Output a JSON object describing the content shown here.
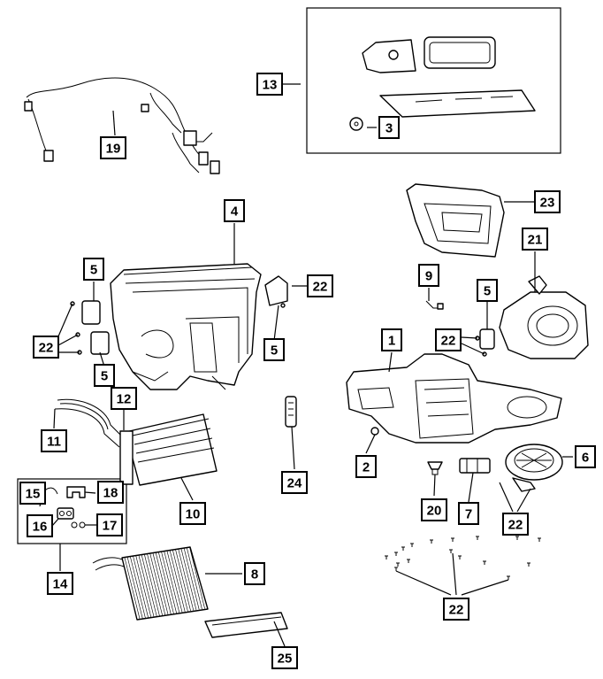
{
  "callouts": [
    {
      "id": "c1",
      "label": "1"
    },
    {
      "id": "c2",
      "label": "2"
    },
    {
      "id": "c3",
      "label": "3"
    },
    {
      "id": "c4",
      "label": "4"
    },
    {
      "id": "c5a",
      "label": "5"
    },
    {
      "id": "c5b",
      "label": "5"
    },
    {
      "id": "c5c",
      "label": "5"
    },
    {
      "id": "c5d",
      "label": "5"
    },
    {
      "id": "c6",
      "label": "6"
    },
    {
      "id": "c7",
      "label": "7"
    },
    {
      "id": "c8",
      "label": "8"
    },
    {
      "id": "c9",
      "label": "9"
    },
    {
      "id": "c10",
      "label": "10"
    },
    {
      "id": "c11",
      "label": "11"
    },
    {
      "id": "c12",
      "label": "12"
    },
    {
      "id": "c13",
      "label": "13"
    },
    {
      "id": "c14",
      "label": "14"
    },
    {
      "id": "c15",
      "label": "15"
    },
    {
      "id": "c16",
      "label": "16"
    },
    {
      "id": "c17",
      "label": "17"
    },
    {
      "id": "c18",
      "label": "18"
    },
    {
      "id": "c19",
      "label": "19"
    },
    {
      "id": "c20",
      "label": "20"
    },
    {
      "id": "c21",
      "label": "21"
    },
    {
      "id": "c22a",
      "label": "22"
    },
    {
      "id": "c22b",
      "label": "22"
    },
    {
      "id": "c22c",
      "label": "22"
    },
    {
      "id": "c22d",
      "label": "22"
    },
    {
      "id": "c22e",
      "label": "22"
    },
    {
      "id": "c23",
      "label": "23"
    },
    {
      "id": "c24",
      "label": "24"
    },
    {
      "id": "c25",
      "label": "25"
    }
  ],
  "colors": {
    "line": "#000000",
    "background": "#ffffff"
  }
}
